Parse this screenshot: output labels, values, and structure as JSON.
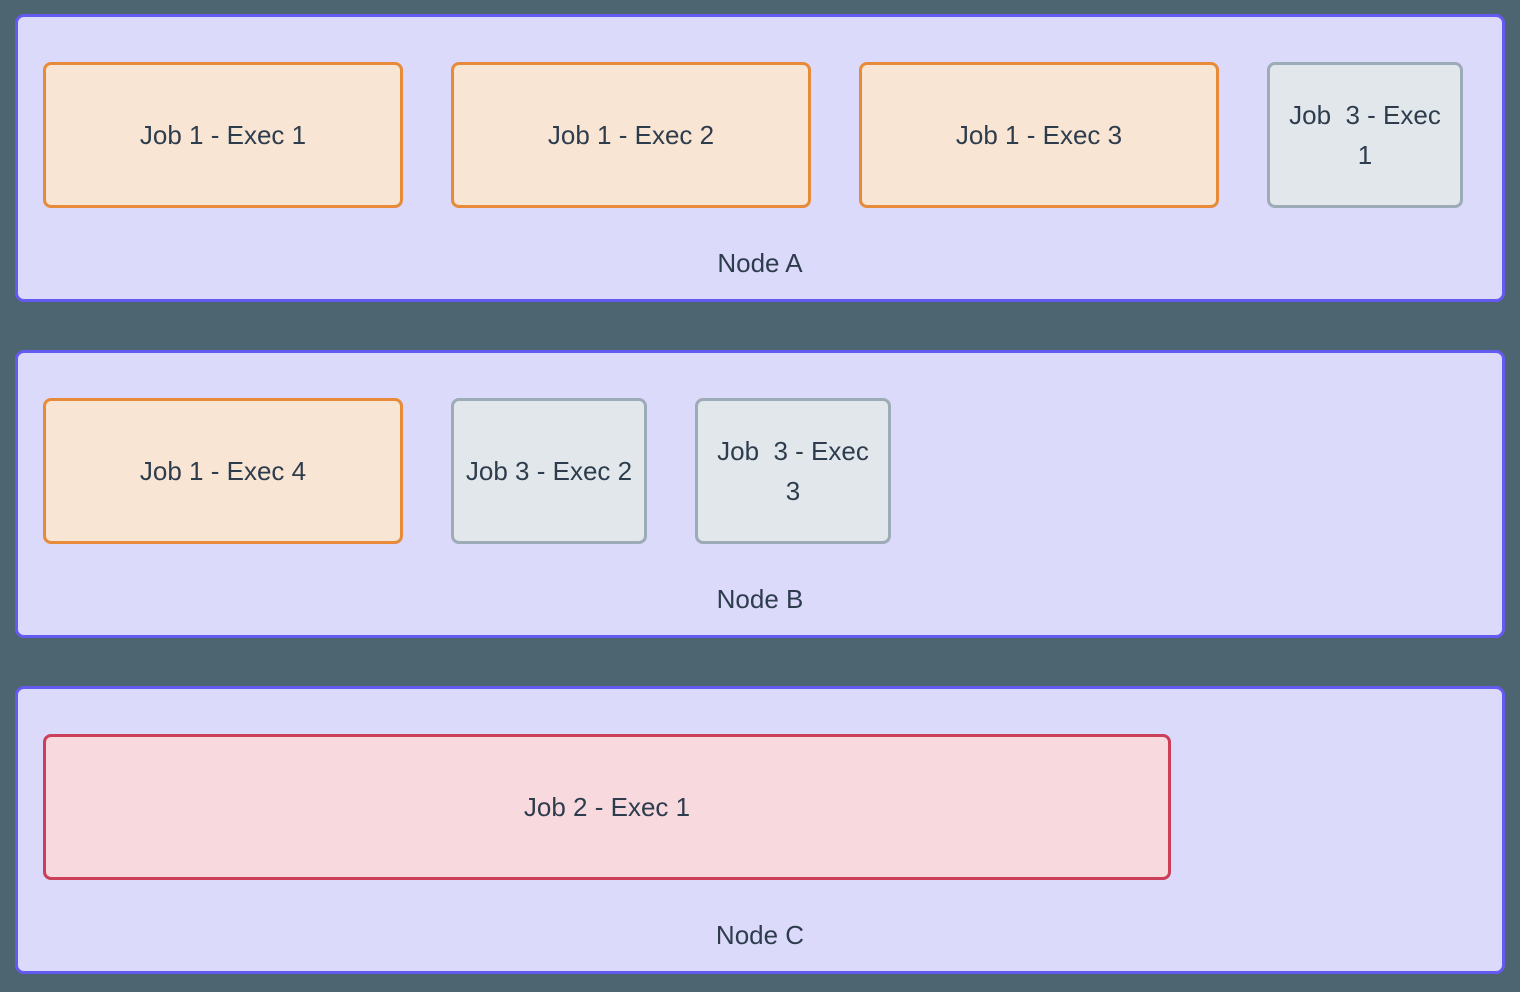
{
  "diagram": {
    "type": "cluster-executor-placement",
    "nodes": [
      {
        "label": "Node A",
        "executors": [
          {
            "label": "Job 1 - Exec 1",
            "job": "job1"
          },
          {
            "label": "Job 1 - Exec 2",
            "job": "job1"
          },
          {
            "label": "Job 1 - Exec 3",
            "job": "job1"
          },
          {
            "label": "Job  3 - Exec 1",
            "job": "job3"
          }
        ]
      },
      {
        "label": "Node B",
        "executors": [
          {
            "label": "Job 1 - Exec 4",
            "job": "job1"
          },
          {
            "label": "Job 3 - Exec 2",
            "job": "job3"
          },
          {
            "label": "Job  3 - Exec 3",
            "job": "job3"
          }
        ]
      },
      {
        "label": "Node C",
        "executors": [
          {
            "label": "Job 2 - Exec 1",
            "job": "job2"
          }
        ]
      }
    ],
    "colors": {
      "page_bg": "#4c6571",
      "node_bg": "#dcdafa",
      "node_border": "#6459f1",
      "job1_bg": "#f9e5d3",
      "job1_border": "#e78a39",
      "job2_bg": "#f8d9de",
      "job2_border": "#cb3f59",
      "job3_bg": "#e2e7ec",
      "job3_border": "#9dabb6",
      "text": "#2e3d4d"
    }
  }
}
